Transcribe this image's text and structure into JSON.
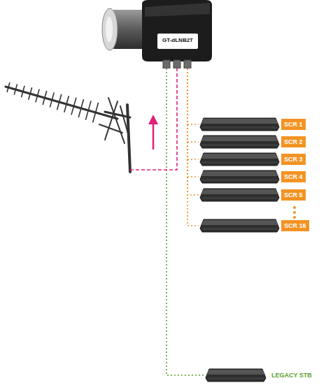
{
  "diagram": {
    "nodes": [
      {
        "text": [
          "GT-dLNB2T"
        ]
      },
      {
        "text": [
          "SCR 1"
        ]
      },
      {
        "text": [
          "SCR 2"
        ]
      },
      {
        "text": [
          "SCR 3"
        ]
      },
      {
        "text": [
          "SCR 4"
        ]
      },
      {
        "text": [
          "SCR 5"
        ]
      },
      {
        "text": [
          "SCR 16"
        ]
      },
      {
        "text": [
          "LEGACY STB"
        ]
      }
    ],
    "edges": [
      {
        "from": 0,
        "to": 1,
        "arrow": "none"
      },
      {
        "from": 0,
        "to": 2,
        "arrow": "none"
      },
      {
        "from": 0,
        "to": 3,
        "arrow": "none"
      },
      {
        "from": 0,
        "to": 4,
        "arrow": "none"
      },
      {
        "from": 0,
        "to": 5,
        "arrow": "none"
      },
      {
        "from": 0,
        "to": 6,
        "arrow": "none"
      },
      {
        "from": 0,
        "to": 7,
        "arrow": "none"
      }
    ]
  }
}
